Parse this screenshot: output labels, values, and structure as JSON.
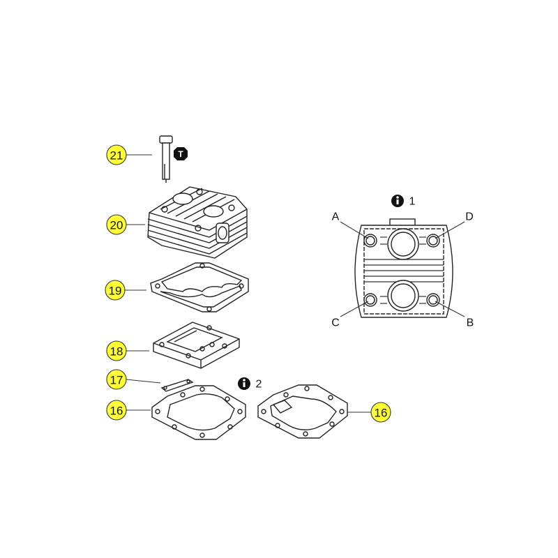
{
  "callouts": {
    "bolt": "21",
    "cylinder_head": "20",
    "head_gasket": "19",
    "valve_plate": "18",
    "reed_valve": "17",
    "gasket_left": "16",
    "gasket_right": "16"
  },
  "notes": {
    "info_1": "1",
    "info_2": "2",
    "torque_symbol": "T"
  },
  "tightening_sequence": {
    "a": "A",
    "b": "B",
    "c": "C",
    "d": "D"
  },
  "colors": {
    "callout_fill": "#ffff33",
    "line": "#222222"
  }
}
